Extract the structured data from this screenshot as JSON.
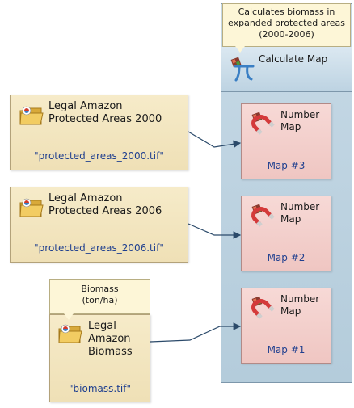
{
  "diagram": {
    "calculate_map": {
      "note": "Calculates biomass in expanded protected areas (2000-2006)",
      "title": "Calculate Map"
    },
    "sources": [
      {
        "title_line1": "Legal Amazon",
        "title_line2": "Protected Areas 2000",
        "file": "\"protected_areas_2000.tif\""
      },
      {
        "title_line1": "Legal Amazon",
        "title_line2": "Protected Areas 2006",
        "file": "\"protected_areas_2006.tif\""
      }
    ],
    "biomass": {
      "note_line1": "Biomass",
      "note_line2": "(ton/ha)",
      "title_line1": "Legal",
      "title_line2": "Amazon",
      "title_line3": "Biomass",
      "file": "\"biomass.tif\""
    },
    "number_maps": [
      {
        "label_line1": "Number",
        "label_line2": "Map",
        "map": "Map #3"
      },
      {
        "label_line1": "Number",
        "label_line2": "Map",
        "map": "Map #2"
      },
      {
        "label_line1": "Number",
        "label_line2": "Map",
        "map": "Map #1"
      }
    ]
  }
}
